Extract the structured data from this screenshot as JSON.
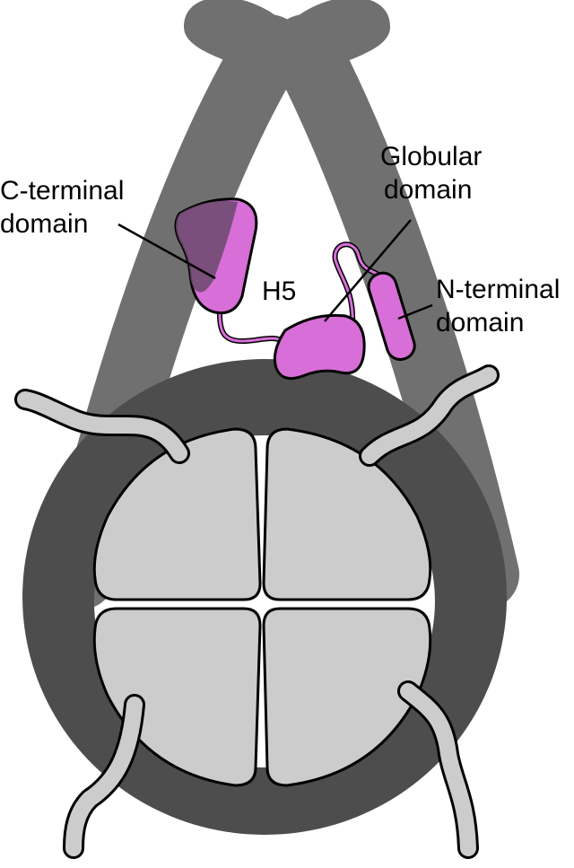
{
  "labels": {
    "c_terminal": [
      "C-terminal",
      "domain"
    ],
    "globular": [
      "Globular",
      "domain"
    ],
    "h5": "H5",
    "n_terminal": [
      "N-terminal",
      "domain"
    ]
  },
  "colors": {
    "dna_loop": "#707070",
    "dna_wrap": "#4d4d4d",
    "histone_core": "#cccccc",
    "histone_h1": "#d86ed8",
    "outline": "#000000"
  }
}
